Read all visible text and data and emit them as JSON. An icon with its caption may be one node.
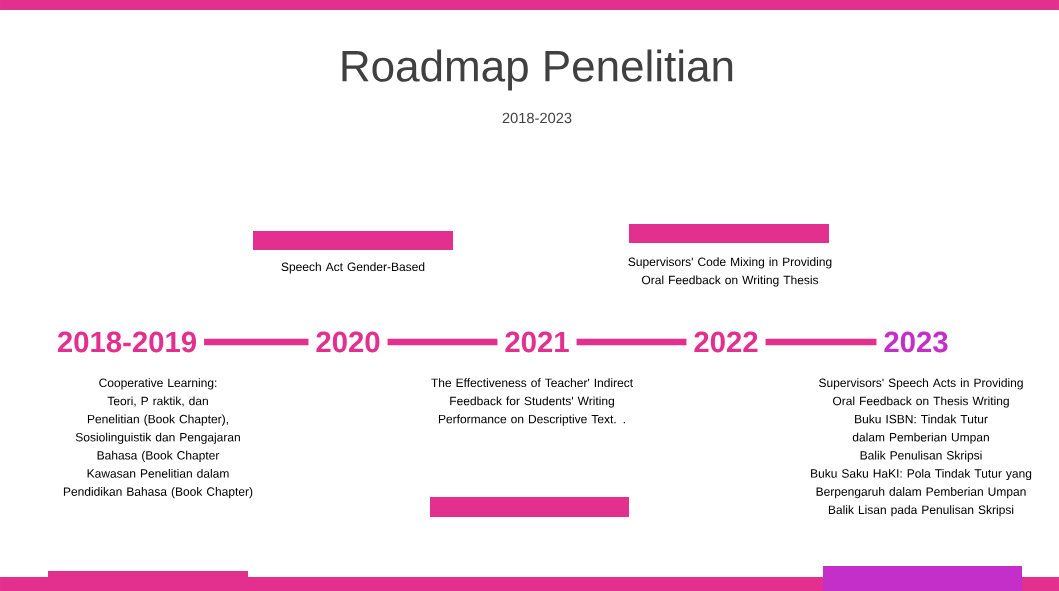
{
  "diagram": {
    "title": "Roadmap Penelitian",
    "nodes": [
      {
        "text": [
          "2018-2019"
        ],
        "beside": [
          "Cooperative Learning: Teori, P raktik, dan Penelitian (Book Chapter),",
          "Sosiolinguistik dan Pengajaran Bahasa (Book Chapter",
          "Kawasan Penelitian dalam Pendidikan Bahasa (Book Chapter)"
        ]
      },
      {
        "text": [
          "2020"
        ]
      },
      {
        "text": [
          "2021"
        ],
        "beside": [
          "The Effectiveness of Teacher' Indirect Feedback for Students' Writing Performance on Descriptive Text. ."
        ]
      },
      {
        "text": [
          "2022"
        ]
      },
      {
        "text": [
          "2023"
        ],
        "beside": [
          "Supervisors' Speech Acts in Providing Oral Feedback on Thesis Writing",
          "Buku ISBN: Tindak Tutur dalam Pemberian Umpan Balik Penulisan Skripsi",
          "Buku Saku HaKI: Pola Tindak Tutur yang Berpengaruh dalam Pemberian Umpan Balik Lisan pada Penulisan Skripsi"
        ]
      },
      {
        "text": [],
        "shape": "bar"
      },
      {
        "text": [],
        "shape": "bar",
        "beside": [
          "Speech Act Gender-Based"
        ]
      },
      {
        "text": [],
        "shape": "bar"
      },
      {
        "text": [],
        "shape": "bar",
        "beside": [
          "Supervisors' Code Mixing in Providing Oral Feedback on Writing Thesis"
        ]
      },
      {
        "text": [],
        "shape": "bar"
      }
    ],
    "edges": [
      {
        "from": 0,
        "to": 1,
        "arrow": "none"
      },
      {
        "from": 1,
        "to": 2,
        "arrow": "none"
      },
      {
        "from": 2,
        "to": 3,
        "arrow": "none"
      },
      {
        "from": 3,
        "to": 4,
        "arrow": "none"
      }
    ],
    "labels": [
      "2018-2023"
    ]
  }
}
